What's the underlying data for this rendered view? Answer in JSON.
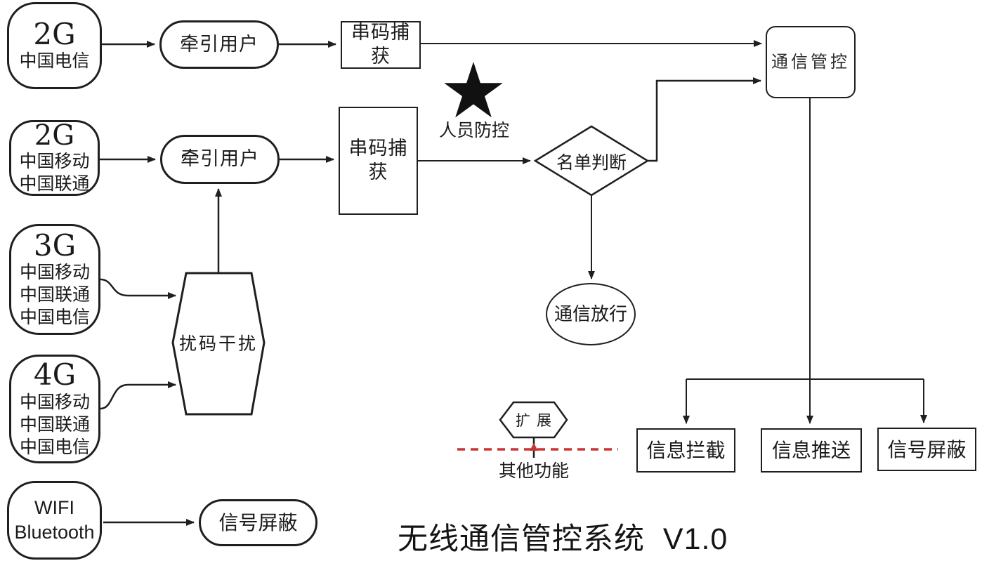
{
  "title": "无线通信管控系统  V1.0",
  "colors": {
    "stroke": "#1f1f1f",
    "fill": "#ffffff",
    "dashed_line_red": "#cc3333",
    "text": "#1a1a1a"
  },
  "nodes": {
    "g2_telecom": {
      "tech": "2G",
      "line1": "中国电信"
    },
    "g2_mobile": {
      "tech": "2G",
      "line1": "中国移动",
      "line2": "中国联通"
    },
    "g3": {
      "tech": "3G",
      "line1": "中国移动",
      "line2": "中国联通",
      "line3": "中国电信"
    },
    "g4": {
      "tech": "4G",
      "line1": "中国移动",
      "line2": "中国联通",
      "line3": "中国电信"
    },
    "wifi": {
      "line1": "WIFI",
      "line2": "Bluetooth"
    },
    "tow_user_1": {
      "label": "牵引用户"
    },
    "tow_user_2": {
      "label": "牵引用户"
    },
    "code_capture_1": {
      "label": "串码捕获"
    },
    "code_capture_2": {
      "label": "串码捕获"
    },
    "scramble": {
      "label": "扰码干扰"
    },
    "person_control": {
      "label": "人员防控"
    },
    "list_judge": {
      "label": "名单判断"
    },
    "comm_control": {
      "label": "通信管控"
    },
    "comm_pass": {
      "label": "通信放行"
    },
    "expand": {
      "label": "扩展"
    },
    "other_functions": {
      "label": "其他功能"
    },
    "info_intercept": {
      "label": "信息拦截"
    },
    "info_push": {
      "label": "信息推送"
    },
    "signal_block_left": {
      "label": "信号屏蔽"
    },
    "signal_block_right": {
      "label": "信号屏蔽"
    }
  },
  "icons": {
    "star": "five-pointed-star"
  }
}
